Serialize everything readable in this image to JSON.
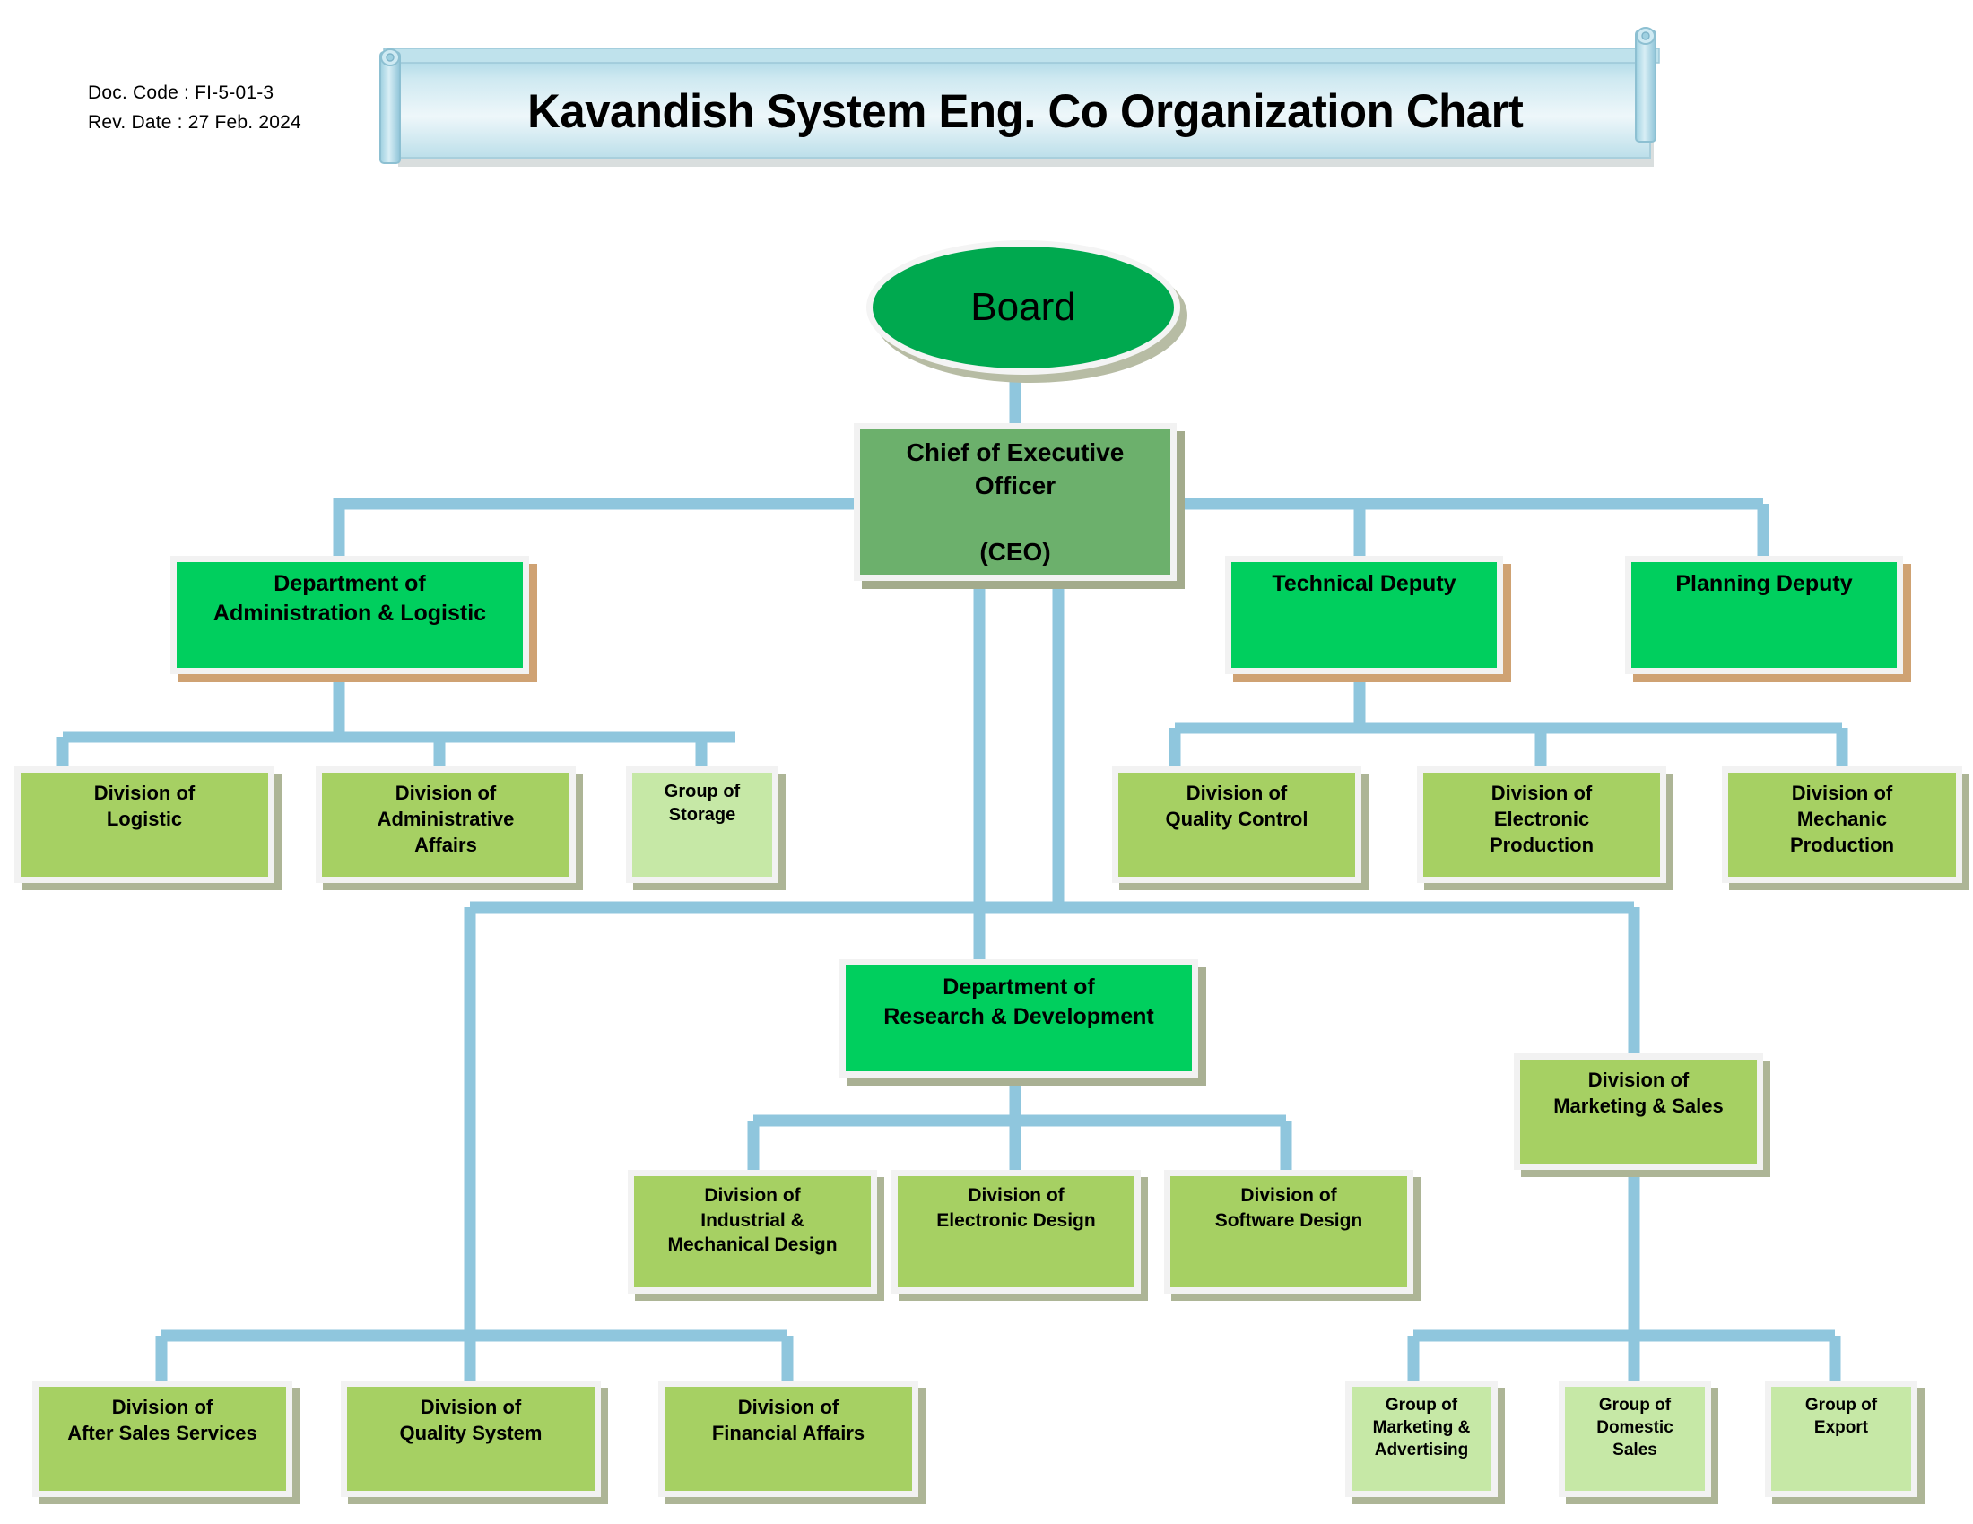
{
  "document": {
    "doc_code_label": "Doc. Code :  FI-5-01-3",
    "rev_date_label": "Rev. Date :  27 Feb. 2024",
    "title": "Kavandish System Eng. Co Organization Chart"
  },
  "colors": {
    "bright_green": "#00cf5e",
    "ceo_green": "#6cb06c",
    "division_green": "#a6d063",
    "group_green": "#c6e8a6",
    "board_green": "#00a94f",
    "connector_blue": "#8fc6dd",
    "banner_blue": "#bfe2ec",
    "shadow_tan": "#cfa273",
    "shadow_olive": "#a3ab8c"
  },
  "chart_data": {
    "type": "diagram",
    "title": "Kavandish System Eng. Co Organization Chart",
    "nodes": [
      {
        "id": "board",
        "label": "Board",
        "level": 0,
        "shape": "ellipse",
        "style": "bright"
      },
      {
        "id": "ceo",
        "label": "Chief of Executive\nOfficer\n\n(CEO)",
        "level": 1,
        "shape": "box",
        "style": "ceo"
      },
      {
        "id": "dept_admin",
        "label": "Department of\nAdministration & Logistic",
        "level": 2,
        "shape": "box",
        "style": "bright"
      },
      {
        "id": "tech_deputy",
        "label": "Technical Deputy",
        "level": 2,
        "shape": "box",
        "style": "bright"
      },
      {
        "id": "plan_deputy",
        "label": "Planning Deputy",
        "level": 2,
        "shape": "box",
        "style": "bright"
      },
      {
        "id": "dept_rd",
        "label": "Department of\nResearch & Development",
        "level": 2,
        "shape": "box",
        "style": "bright"
      },
      {
        "id": "div_logistic",
        "label": "Division of\nLogistic",
        "level": 3,
        "shape": "box",
        "style": "division"
      },
      {
        "id": "div_admin_aff",
        "label": "Division of\nAdministrative\nAffairs",
        "level": 3,
        "shape": "box",
        "style": "division"
      },
      {
        "id": "grp_storage",
        "label": "Group of\nStorage",
        "level": 4,
        "shape": "box",
        "style": "group"
      },
      {
        "id": "div_qc",
        "label": "Division of\nQuality Control",
        "level": 3,
        "shape": "box",
        "style": "division"
      },
      {
        "id": "div_elec_prod",
        "label": "Division of\nElectronic\nProduction",
        "level": 3,
        "shape": "box",
        "style": "division"
      },
      {
        "id": "div_mech_prod",
        "label": "Division of\nMechanic\nProduction",
        "level": 3,
        "shape": "box",
        "style": "division"
      },
      {
        "id": "div_ind_mech_des",
        "label": "Division of\nIndustrial &\nMechanical Design",
        "level": 3,
        "shape": "box",
        "style": "division"
      },
      {
        "id": "div_elec_des",
        "label": "Division of\nElectronic Design",
        "level": 3,
        "shape": "box",
        "style": "division"
      },
      {
        "id": "div_sw_des",
        "label": "Division of\nSoftware Design",
        "level": 3,
        "shape": "box",
        "style": "division"
      },
      {
        "id": "div_mkt_sales",
        "label": "Division of\nMarketing & Sales",
        "level": 3,
        "shape": "box",
        "style": "division"
      },
      {
        "id": "div_after_sales",
        "label": "Division of\nAfter Sales Services",
        "level": 3,
        "shape": "box",
        "style": "division"
      },
      {
        "id": "div_qual_sys",
        "label": "Division of\nQuality System",
        "level": 3,
        "shape": "box",
        "style": "division"
      },
      {
        "id": "div_fin_aff",
        "label": "Division of\nFinancial Affairs",
        "level": 3,
        "shape": "box",
        "style": "division"
      },
      {
        "id": "grp_mkt_adv",
        "label": "Group of\nMarketing &\nAdvertising",
        "level": 4,
        "shape": "box",
        "style": "group"
      },
      {
        "id": "grp_dom_sales",
        "label": "Group of\nDomestic\nSales",
        "level": 4,
        "shape": "box",
        "style": "group"
      },
      {
        "id": "grp_export",
        "label": "Group of\nExport",
        "level": 4,
        "shape": "box",
        "style": "group"
      }
    ],
    "edges": [
      {
        "from": "board",
        "to": "ceo"
      },
      {
        "from": "ceo",
        "to": "dept_admin"
      },
      {
        "from": "ceo",
        "to": "tech_deputy"
      },
      {
        "from": "ceo",
        "to": "plan_deputy"
      },
      {
        "from": "ceo",
        "to": "dept_rd"
      },
      {
        "from": "ceo",
        "to": "div_mkt_sales"
      },
      {
        "from": "ceo",
        "to": "div_after_sales"
      },
      {
        "from": "ceo",
        "to": "div_qual_sys"
      },
      {
        "from": "ceo",
        "to": "div_fin_aff"
      },
      {
        "from": "dept_admin",
        "to": "div_logistic"
      },
      {
        "from": "dept_admin",
        "to": "div_admin_aff"
      },
      {
        "from": "dept_admin",
        "to": "grp_storage"
      },
      {
        "from": "tech_deputy",
        "to": "div_qc"
      },
      {
        "from": "tech_deputy",
        "to": "div_elec_prod"
      },
      {
        "from": "tech_deputy",
        "to": "div_mech_prod"
      },
      {
        "from": "dept_rd",
        "to": "div_ind_mech_des"
      },
      {
        "from": "dept_rd",
        "to": "div_elec_des"
      },
      {
        "from": "dept_rd",
        "to": "div_sw_des"
      },
      {
        "from": "div_mkt_sales",
        "to": "grp_mkt_adv"
      },
      {
        "from": "div_mkt_sales",
        "to": "grp_dom_sales"
      },
      {
        "from": "div_mkt_sales",
        "to": "grp_export"
      }
    ]
  }
}
